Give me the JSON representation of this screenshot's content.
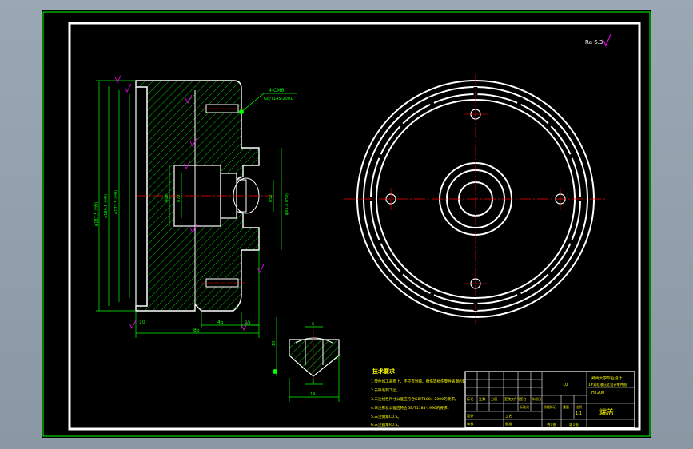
{
  "colors": {
    "background": "#000000",
    "border": "#ffffff",
    "frame": "#00ff00",
    "dimension": "#00ff00",
    "hatch": "#00ff00",
    "centerline": "#ff0000",
    "surface_symbol": "#ff00ff",
    "annotation": "#ffff00",
    "text": "#ffffff"
  },
  "drawing": {
    "roughness_mark": "Ra 6.3",
    "section_dims": {
      "bolt_callout_1": "4-CM6",
      "bolt_callout_2": "GB/T145-2001",
      "diam_outer_1": "φ187.5 (H9)",
      "diam_outer_2": "φ180.5 (H9)",
      "diam_outer_3": "φ172.5 (H9)",
      "diam_bore": "φ68",
      "diam_hub": "φ72",
      "diam_shaft": "φ52",
      "diam_inner": "φ81.5 (H9)",
      "len_total": "85",
      "len_a": "45",
      "len_b": "15",
      "len_c": "10"
    },
    "detail_dims": {
      "dim_top": "6",
      "dim_side": "10",
      "dim_bottom": "14",
      "dim_mid": "3"
    },
    "notes": {
      "title": "技术要求",
      "lines": [
        "1.零件加工表面上，不应有划痕、擦伤等损伤零件表面的缺陷。",
        "2.去除毛刺飞边。",
        "3.未注线性尺寸公差应符合GB/T1804-2000的要求。",
        "4.未注形状公差应符合GB/T1184-1996的要求。",
        "5.未注倒角C0.5。",
        "6.未注圆角R0.5。"
      ]
    }
  },
  "title_block": {
    "school": "郑州大学毕业设计",
    "project": "1#双缸液压缸设计零件图",
    "part_name": "端盖",
    "material": "HT200",
    "scale": "1:1",
    "sheet": "共1张",
    "sheet_no": "第1张",
    "labels": {
      "design": "设计",
      "check": "审核",
      "process": "工艺",
      "standard": "标准化",
      "approve": "批准",
      "mark": "标记",
      "count": "处数",
      "zone": "分区",
      "doc_no": "更改文件号",
      "sign": "签名",
      "date": "年月日",
      "stage": "阶段标记",
      "weight": "重量",
      "ratio": "比例"
    },
    "count_value": "10"
  }
}
